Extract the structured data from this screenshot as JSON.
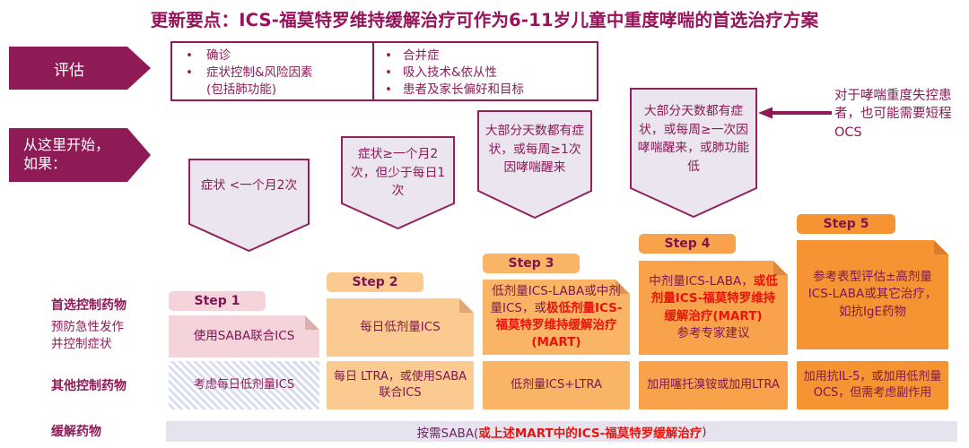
{
  "title": "更新要点：ICS-福莫特罗维持缓解治疗可作为6-11岁儿童中重度哮喘的首选治疗方案",
  "colors": {
    "accent_magenta": "#8E1A56",
    "highlight_red": "#E8130C",
    "step1_pink": "#F4D4DA",
    "step2_orange": "#FBCA90",
    "step3_orange": "#F9B466",
    "step4_orange": "#F8A24C",
    "step5_orange": "#F69433",
    "reliever_bar_bg": "#E6E3EF",
    "pentagon_fill": "#EAE5EE",
    "hatch_stripe": "#D8DCEF"
  },
  "assess": {
    "label": "评估",
    "bullet": "•",
    "left1": "确诊",
    "left2": "症状控制&风险因素",
    "left3": "(包括肺功能)",
    "right1": "合并症",
    "right2": "吸入技术&依从性",
    "right3": "患者及家长偏好和目标"
  },
  "start_arrow": {
    "label": "从这里开始，\n如果："
  },
  "pentagons": {
    "p1": "症状 <一个月2次",
    "p2": "症状≥一个月2次，但少于每日1次",
    "p3": "大部分天数都有症状，或每周≥1次因哮喘醒来",
    "p4": "大部分天数都有症状，或每周≥一次因哮喘醒来，或肺功能低"
  },
  "ocs_note": "对于哮喘重度失控患者，也可能需要短程OCS",
  "row_labels": {
    "first_title": "首选控制药物",
    "first_sub": "预防急性发作\n并控制症状",
    "other": "其他控制药物",
    "reliever": "缓解药物"
  },
  "steps": [
    {
      "name": "Step 1",
      "first_normal": "使用SABA联合ICS",
      "first_red": "",
      "first_note": "",
      "other": "考虑每日低剂量ICS"
    },
    {
      "name": "Step 2",
      "first_normal": "每日低剂量ICS",
      "first_red": "",
      "first_note": "",
      "other": "每日 LTRA，或使用SABA联合ICS"
    },
    {
      "name": "Step 3",
      "first_normal": "低剂量ICS-LABA或中剂量ICS，或",
      "first_red": "极低剂量ICS-福莫特罗维持缓解治疗(MART)",
      "first_note": "",
      "other": "低剂量ICS+LTRA"
    },
    {
      "name": "Step 4",
      "first_normal": "中剂量ICS-LABA，",
      "first_red": "或低剂量ICS-福莫特罗维持缓解治疗(MART)",
      "first_note": "参考专家建议",
      "other": "加用噻托溴铵或加用LTRA"
    },
    {
      "name": "Step 5",
      "first_normal": "参考表型评估±高剂量ICS-LABA或其它治疗，如抗IgE药物",
      "first_red": "",
      "first_note": "",
      "other": "加用抗IL-5，或加用低剂量OCS，但需考虑副作用"
    }
  ],
  "reliever": {
    "prefix": "按需SABA(",
    "red": "或上述MART中的ICS-福莫特罗缓解治疗",
    "suffix": ")"
  }
}
